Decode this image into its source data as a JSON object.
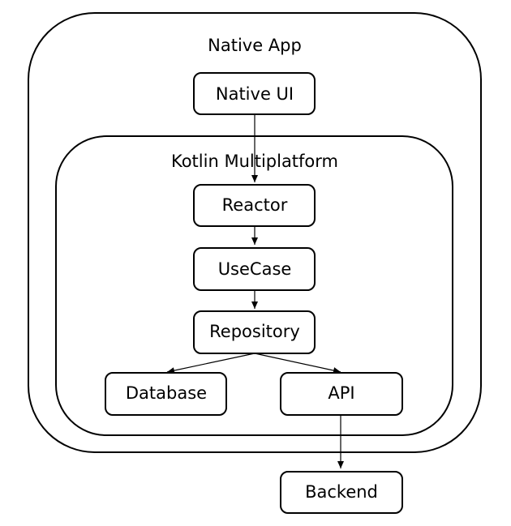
{
  "diagram": {
    "outer": {
      "label": "Native App"
    },
    "inner": {
      "label": "Kotlin Multiplatform"
    },
    "nodes": {
      "native_ui": "Native UI",
      "reactor": "Reactor",
      "usecase": "UseCase",
      "repository": "Repository",
      "database": "Database",
      "api": "API",
      "backend": "Backend"
    },
    "edges": [
      {
        "from": "Native UI",
        "to": "Reactor"
      },
      {
        "from": "Reactor",
        "to": "UseCase"
      },
      {
        "from": "UseCase",
        "to": "Repository"
      },
      {
        "from": "Repository",
        "to": "Database"
      },
      {
        "from": "Repository",
        "to": "API"
      },
      {
        "from": "API",
        "to": "Backend"
      }
    ]
  }
}
